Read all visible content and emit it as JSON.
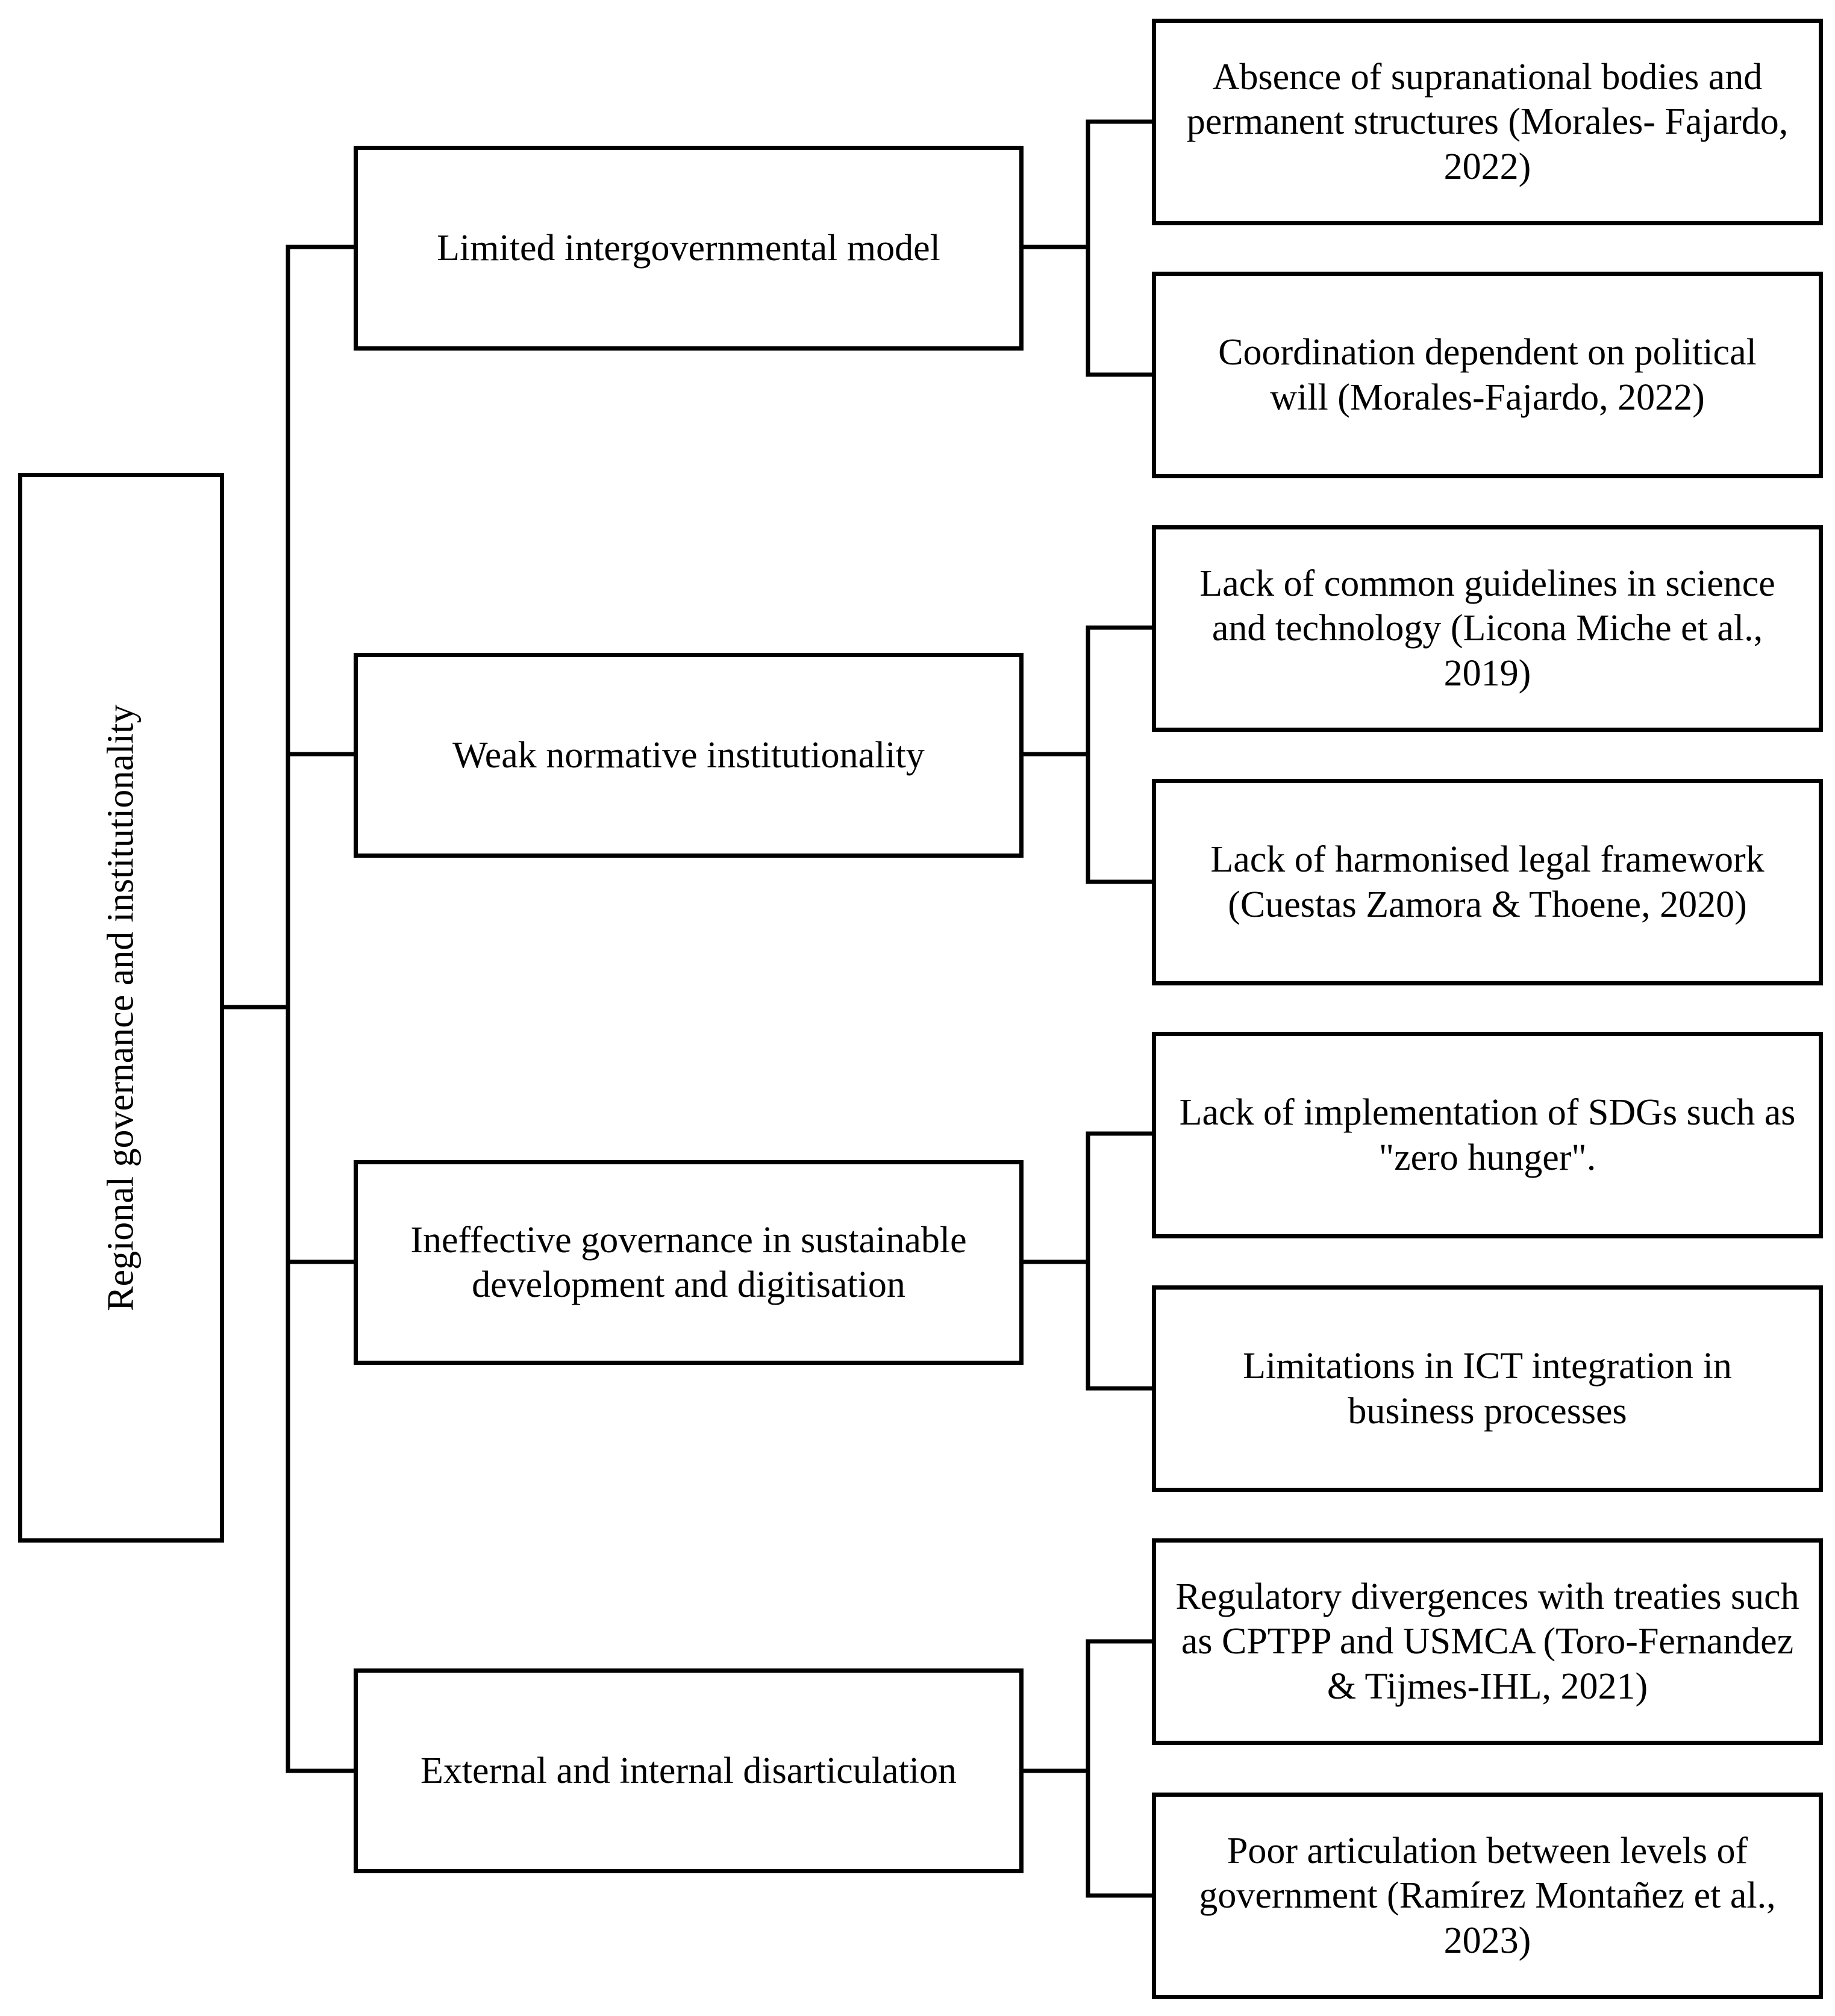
{
  "root": {
    "label": "Regional governance and institutionality"
  },
  "branches": [
    {
      "label": "Limited intergovernmental model",
      "leaves": [
        "Absence of supranational bodies and permanent structures (Morales- Fajardo, 2022)",
        "Coordination dependent on political will (Morales-Fajardo, 2022)"
      ]
    },
    {
      "label": "Weak normative institutionality",
      "leaves": [
        "Lack of common guidelines in science and technology (Licona Miche et al., 2019)",
        "Lack of harmonised legal framework (Cuestas Zamora & Thoene, 2020)"
      ]
    },
    {
      "label": "Ineffective governance in sustainable development and digitisation",
      "leaves": [
        "Lack of implementation of SDGs such as \"zero hunger\".",
        "Limitations in ICT integration in business processes"
      ]
    },
    {
      "label": "External and internal disarticulation",
      "leaves": [
        "Regulatory divergences with treaties such as CPTPP and USMCA (Toro-Fernandez & Tijmes-IHL, 2021)",
        "Poor articulation between levels of government (Ramírez Montañez et al., 2023)"
      ]
    }
  ],
  "colors": {
    "line": "#000000",
    "box_fill": "#ffffff",
    "text": "#000000"
  }
}
